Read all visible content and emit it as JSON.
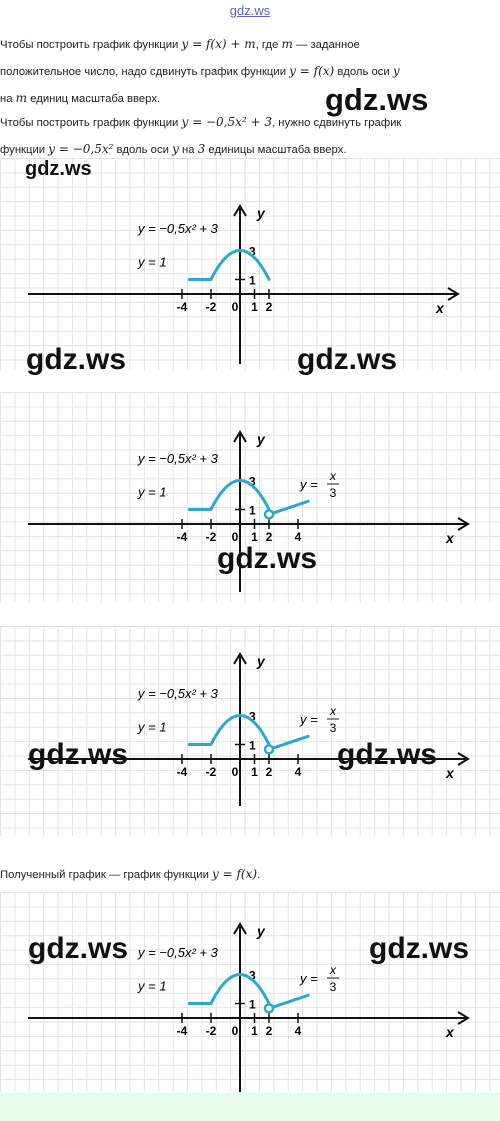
{
  "header": {
    "site_link": "gdz.ws"
  },
  "intro": {
    "line1_a": "Чтобы построить график функции ",
    "line1_math": "y = f(x) + m",
    "line1_b": ", где ",
    "line1_m": "m",
    "line1_c": " — заданное",
    "line2_a": "положительное число, надо сдвинуть график функции ",
    "line2_math": "y = f(x)",
    "line2_b": " вдоль оси ",
    "line2_y": "y",
    "line3_a": "на ",
    "line3_m": "m",
    "line3_b": " единиц масштаба вверх.",
    "line4_a": "Чтобы построить график функции ",
    "line4_math": "y = −0,5x² + 3",
    "line4_b": ", нужно сдвинуть график",
    "line5_a": "функции ",
    "line5_math": "y = −0,5x²",
    "line5_b": " вдоль оси ",
    "line5_y": "y",
    "line5_c": " на ",
    "line5_3": "3",
    "line5_d": " единицы масштаба вверх."
  },
  "conclusion": {
    "text_a": "Полученный график — график функции ",
    "text_math": "y = f(x)",
    "text_b": "."
  },
  "watermark": "gdz.ws",
  "graph_labels": {
    "y_axis": "y",
    "x_axis": "x",
    "parabola": "y = −0,5x² + 3",
    "line_y1": "y = 1",
    "frac_lhs": "y =",
    "frac_num": "x",
    "frac_den": "3",
    "tick_3": "3",
    "tick_1": "1",
    "ticks_x": [
      "-4",
      "-2",
      "0",
      "1",
      "2",
      "4"
    ]
  },
  "colors": {
    "curve": "#29a8d8",
    "axis": "#111111",
    "grid": "#e2e2e2",
    "link": "#5a64c8"
  }
}
